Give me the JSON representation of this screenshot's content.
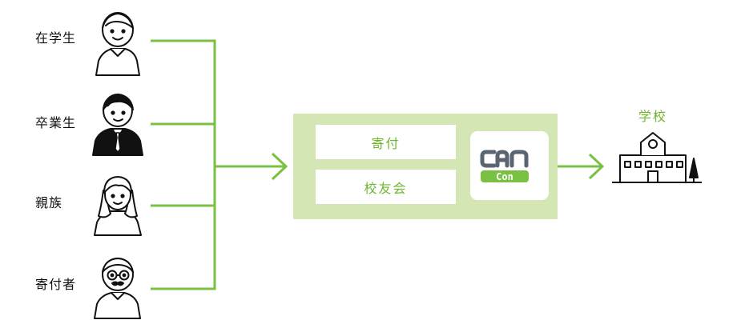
{
  "left_labels": {
    "current_students": "在学生",
    "graduates": "卒業生",
    "family": "親族",
    "donors": "寄付者"
  },
  "center": {
    "donation_label": "寄付",
    "alumni_label": "校友会",
    "app_logo_text": "CAN",
    "app_logo_sub": "Con"
  },
  "target": {
    "school_label": "学校"
  },
  "colors": {
    "accent_green": "#7ac143",
    "panel_green": "#d3e6b3",
    "text_green": "#6fb52e",
    "logo_gray": "#5a6572"
  },
  "icons": [
    "smiling-student-icon",
    "suited-graduate-icon",
    "woman-relative-icon",
    "glasses-donor-icon",
    "school-building-icon",
    "canvas-app-logo-icon"
  ]
}
